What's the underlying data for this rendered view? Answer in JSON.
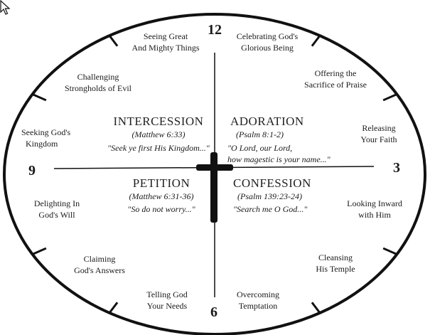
{
  "clock_numbers": {
    "n12": "12",
    "n3": "3",
    "n6": "6",
    "n9": "9"
  },
  "quadrants": {
    "intercession": {
      "title": "INTERCESSION",
      "ref": "(Matthew 6:33)",
      "quote": "\"Seek ye first His Kingdom...\""
    },
    "adoration": {
      "title": "ADORATION",
      "ref": "(Psalm 8:1-2)",
      "quote_line1": "\"O Lord, our Lord,",
      "quote_line2": "how magestic is your name...\""
    },
    "petition": {
      "title": "PETITION",
      "ref": "(Matthew 6:31-36)",
      "quote": "\"So do not worry...\""
    },
    "confession": {
      "title": "CONFESSION",
      "ref": "(Psalm 139:23-24)",
      "quote": "\"Search me O God...\""
    }
  },
  "segments": {
    "seeing_great": [
      "Seeing Great",
      "And Mighty Things"
    ],
    "celebrating": [
      "Celebrating God's",
      "Glorious Being"
    ],
    "offering": [
      "Offering the",
      "Sacrifice of Praise"
    ],
    "releasing": [
      "Releasing",
      "Your Faith"
    ],
    "looking_inward": [
      "Looking Inward",
      "with Him"
    ],
    "cleansing": [
      "Cleansing",
      "His Temple"
    ],
    "overcoming": [
      "Overcoming",
      "Temptation"
    ],
    "telling_god": [
      "Telling God",
      "Your Needs"
    ],
    "claiming": [
      "Claiming",
      "God's Answers"
    ],
    "delighting": [
      "Delighting In",
      "God's Will"
    ],
    "seeking": [
      "Seeking God's",
      "Kingdom"
    ],
    "challenging": [
      "Challenging",
      "Strongholds of Evil"
    ]
  },
  "colors": {
    "ink": "#111111",
    "background": "#ffffff"
  }
}
